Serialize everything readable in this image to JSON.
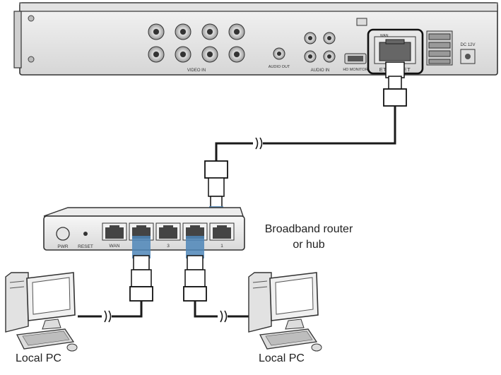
{
  "dvr": {
    "video_in_label": "VIDEO IN",
    "audio_out_label": "AUDIO OUT",
    "audio_in_label": "AUDIO IN",
    "hd_monitor_label": "HD MONITOR",
    "ethernet_label": "ETHERNET",
    "wan_label": "WAN",
    "dc_label": "DC 12V"
  },
  "router": {
    "label_line1": "Broadband router",
    "label_line2": "or hub",
    "pwr_label": "PWR",
    "reset_label": "RESET",
    "wan_label": "WAN",
    "port3_label": "3",
    "port1_label": "1"
  },
  "pcs": {
    "left_label": "Local PC",
    "right_label": "Local PC"
  },
  "colors": {
    "cable": "#1a1a1a",
    "link_highlight": "#4d86b8",
    "device_fill": "#eeeeee",
    "device_stroke": "#333333"
  }
}
